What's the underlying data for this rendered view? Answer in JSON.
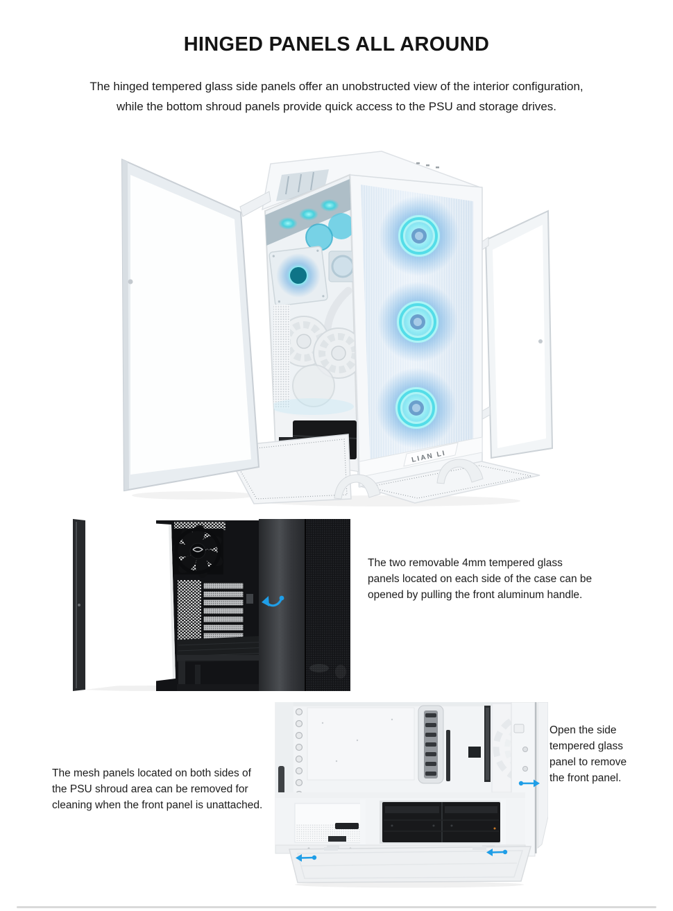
{
  "page": {
    "heading": "HINGED PANELS ALL AROUND",
    "intro": "The hinged tempered glass side panels offer an unobstructed view of the interior configuration, while the bottom shroud panels provide quick access to the PSU and storage drives."
  },
  "hero": {
    "brand": "LIAN LI"
  },
  "captions": {
    "glass_panels": "The two removable 4mm tempered glass panels located on each side of the case can be opened by pulling the front aluminum handle.",
    "mesh_panels": "The mesh panels located on both sides of the PSU shroud area can be removed for cleaning when the front panel is unattached.",
    "front_panel": "Open the side tempered glass panel to remove the front panel."
  },
  "icons": {
    "hinge_open_arrow": "curved-rotate-arrow",
    "slide_out_arrow": "straight-arrow-right",
    "slide_left_arrow": "straight-arrow-left"
  },
  "colors": {
    "accent_arrow_blue": "#1f9ee7",
    "fan_glow_cyan": "#5fe0ea",
    "fan_glow_blue": "#7cb7e6",
    "page_background": "#ffffff",
    "divider_gray": "#d9d9d9",
    "text_dark": "#1b1b1b"
  }
}
